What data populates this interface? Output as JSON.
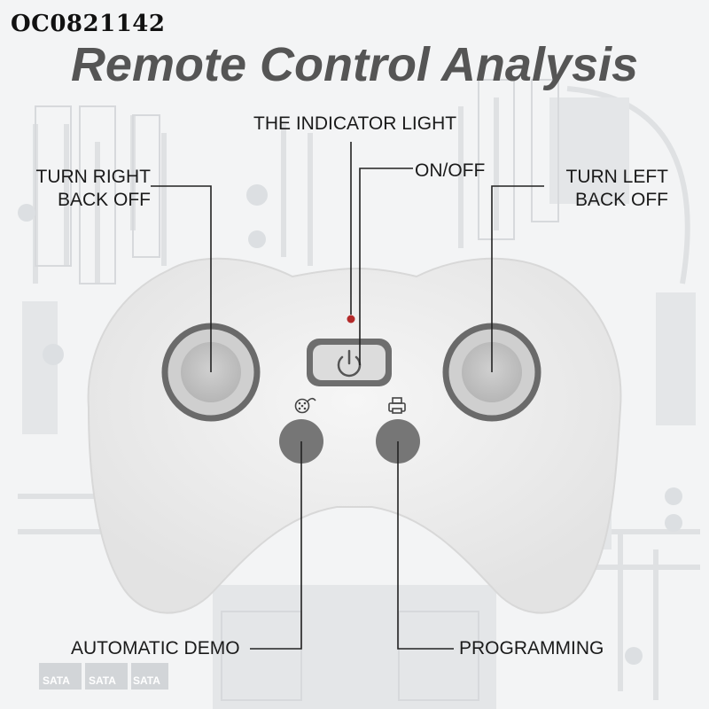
{
  "product_code": "OC0821142",
  "title": "Remote Control Analysis",
  "labels": {
    "indicator": "THE INDICATOR LIGHT",
    "onoff": "ON/OFF",
    "turn_right": [
      "TURN RIGHT",
      "BACK OFF"
    ],
    "turn_left": [
      "TURN LEFT",
      "BACK OFF"
    ],
    "auto_demo": "AUTOMATIC DEMO",
    "programming": "PROGRAMMING"
  },
  "background_marks": {
    "sata": [
      "SATA",
      "SATA",
      "SATA"
    ]
  },
  "icons": {
    "demo_button": "dotted-paddle-icon",
    "program_button": "printer-icon",
    "power_button": "power-icon"
  },
  "colors": {
    "title": "#555555",
    "indicator_led": "#b42a2a",
    "button_dark": "#6e6e6e",
    "controller_body": "#eeeeee",
    "leader_lines": "#222222"
  }
}
